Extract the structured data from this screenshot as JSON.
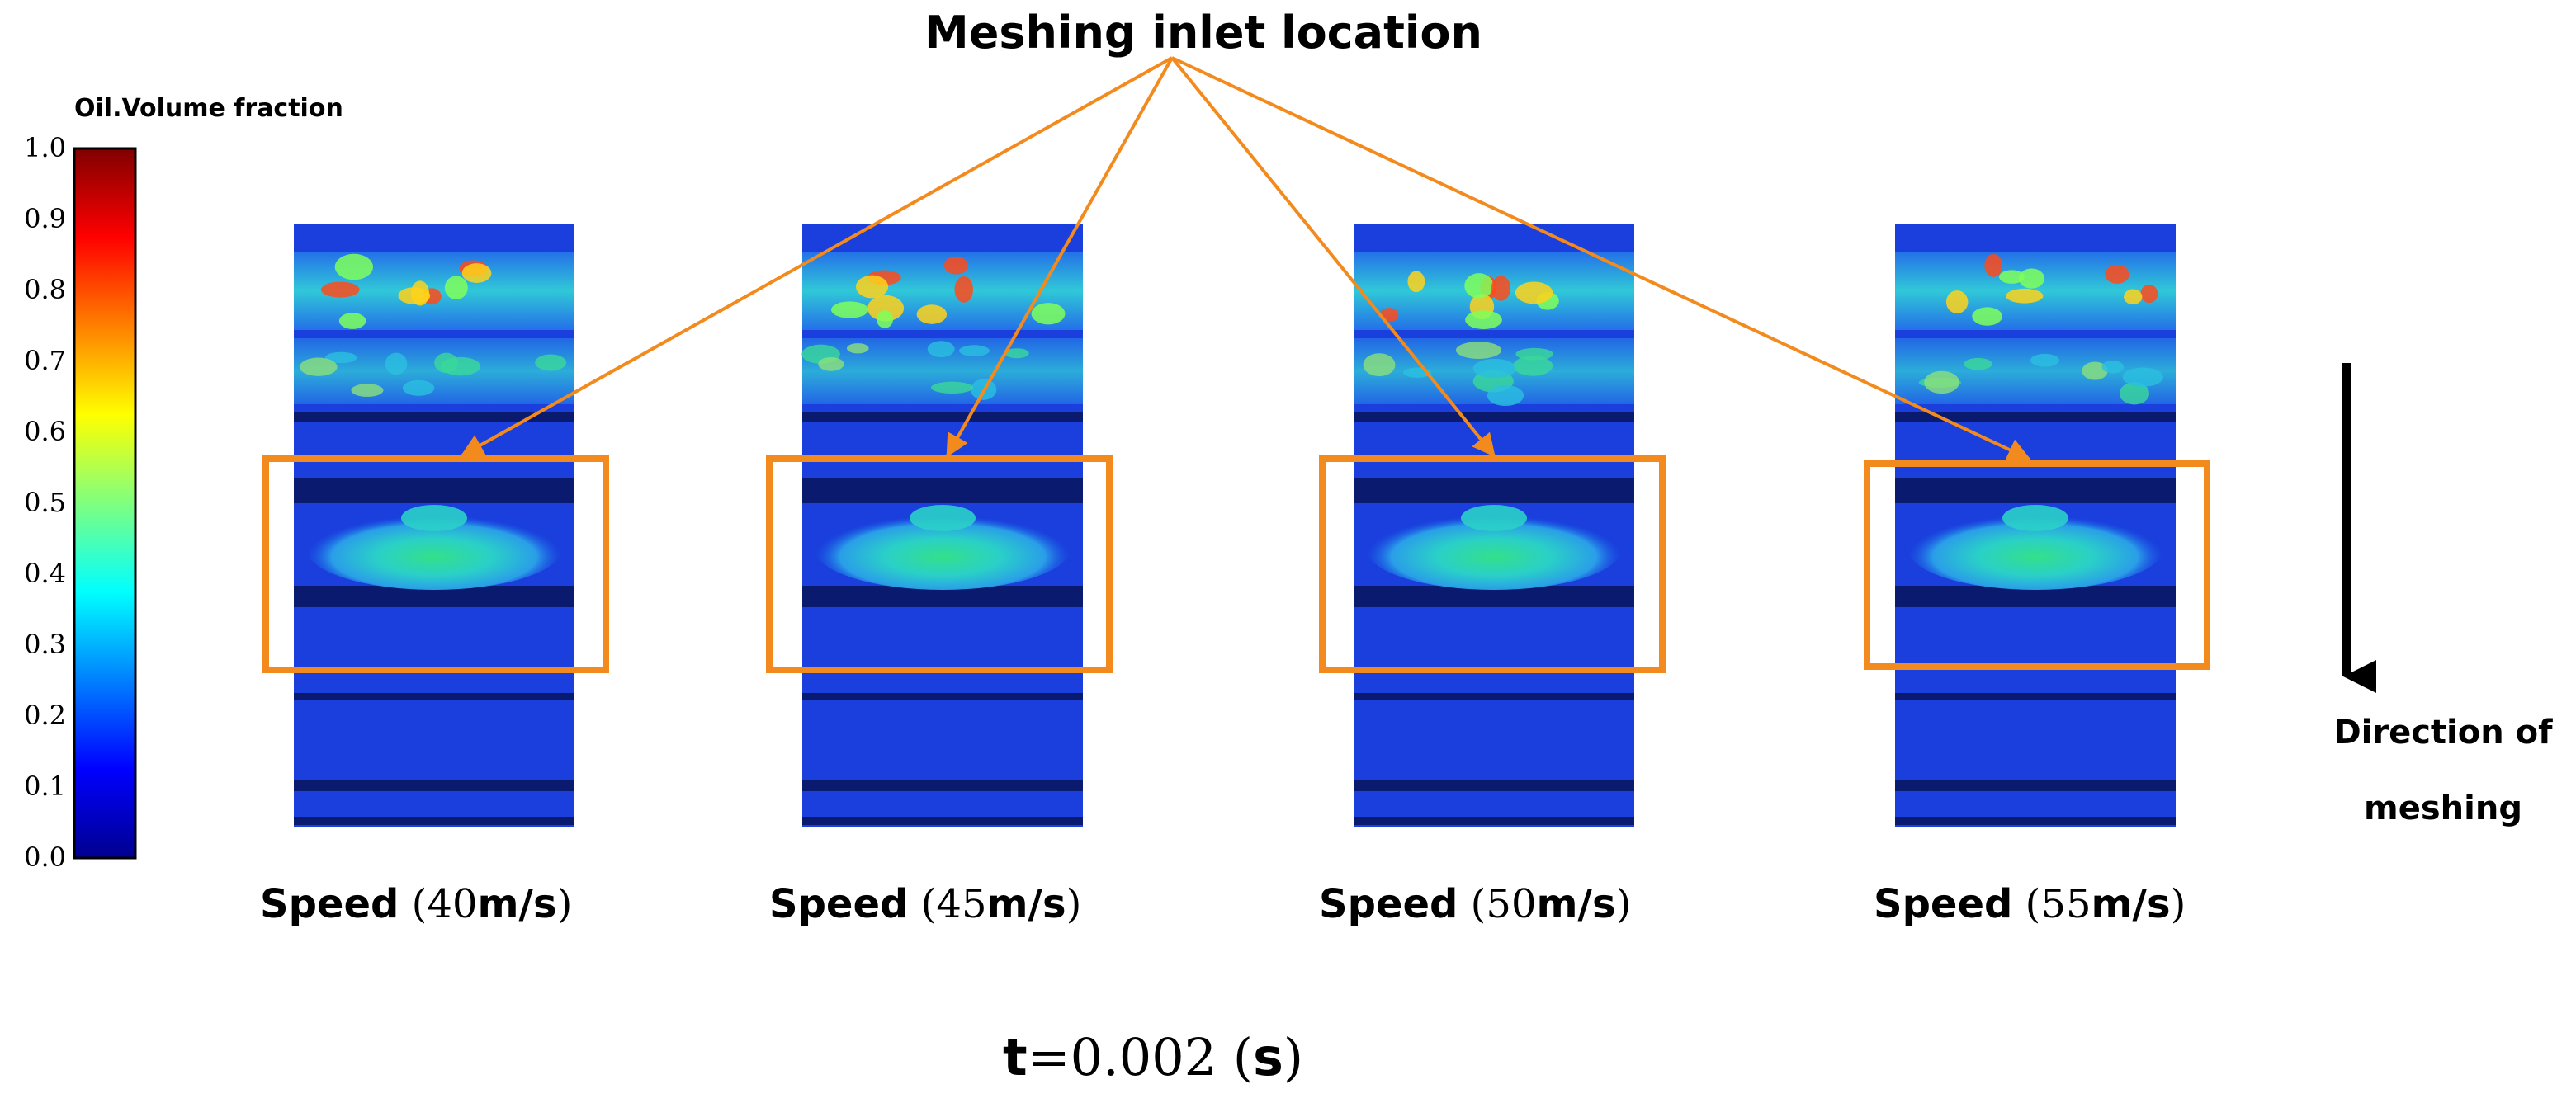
{
  "title": "Meshing inlet location",
  "colorbar": {
    "title": "Oil.Volume fraction",
    "ticks": [
      "1.0",
      "0.9",
      "0.8",
      "0.7",
      "0.6",
      "0.5",
      "0.4",
      "0.3",
      "0.2",
      "0.1",
      "0.0"
    ]
  },
  "panels": [
    {
      "label": "Speed",
      "value": "40",
      "unit": "m/s"
    },
    {
      "label": "Speed",
      "value": "45",
      "unit": "m/s"
    },
    {
      "label": "Speed",
      "value": "50",
      "unit": "m/s"
    },
    {
      "label": "Speed",
      "value": "55",
      "unit": "m/s"
    }
  ],
  "direction": {
    "line1": "Direction of",
    "line2": "meshing"
  },
  "time": {
    "var": "t",
    "eq": "=",
    "value": "0.002",
    "unit": "s"
  },
  "colors": {
    "highlight": "#f28a1e",
    "field_bg": "#1a3fdc",
    "dark_band": "#0a1a6e"
  }
}
